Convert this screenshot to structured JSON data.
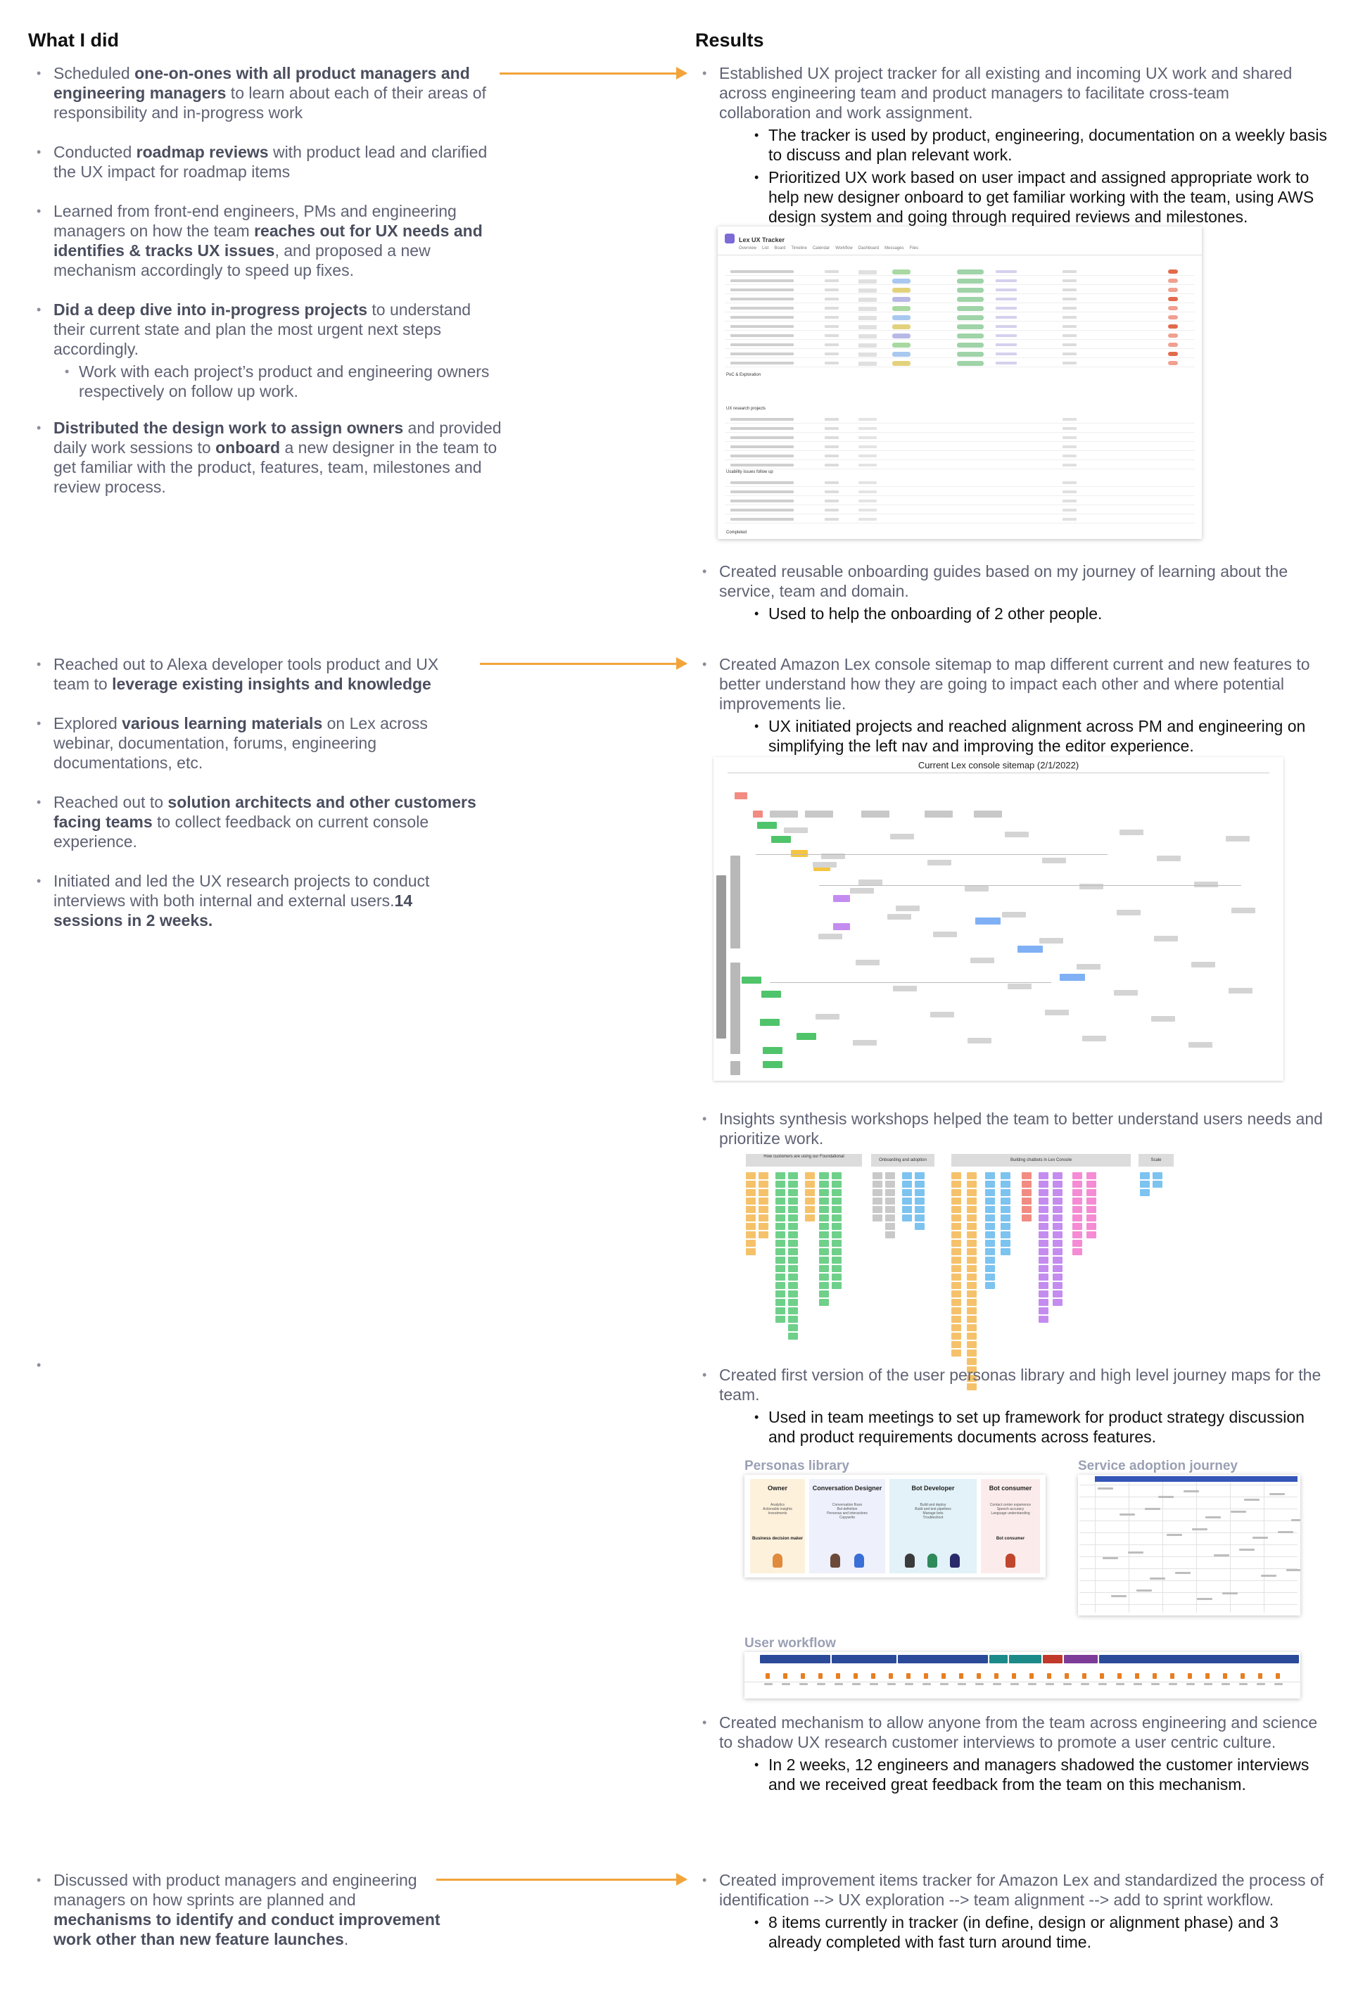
{
  "left": {
    "heading": "What I did",
    "items": [
      {
        "pre": "Scheduled ",
        "bold": "one-on-ones with all product managers and engineering managers",
        "post": " to learn about each of their areas of responsibility and in-progress work"
      },
      {
        "pre": "Conducted ",
        "bold": "roadmap reviews",
        "post": " with product lead and clarified the UX impact for roadmap items"
      },
      {
        "pre": "Learned from front-end engineers, PMs and engineering managers on how the team ",
        "bold": "reaches out for UX needs and identifies & tracks UX issues",
        "post": ", and proposed a new mechanism accordingly to speed up fixes."
      },
      {
        "pre": "",
        "bold": "Did a deep dive into in-progress projects",
        "post": " to understand their current state and plan the most urgent next steps accordingly.",
        "sub": "Work with each project’s product and engineering owners respectively on follow up work."
      },
      {
        "pre": "",
        "bold": "Distributed the design work to assign owners",
        "post": " and provided daily work sessions to ",
        "bold2": "onboard",
        "post2": " a new designer in the team to get familiar with the product, features, team, milestones and review process."
      },
      {
        "pre": "Reached out to Alexa developer tools product and UX team to ",
        "bold": "leverage existing insights and knowledge",
        "post": ""
      },
      {
        "pre": "Explored ",
        "bold": "various learning materials",
        "post": " on Lex across webinar, documentation, forums, engineering documentations, etc."
      },
      {
        "pre": "Reached out to ",
        "bold": "solution architects and other customers facing teams",
        "post": " to collect feedback on current console experience."
      },
      {
        "pre": "Initiated and led the UX research projects to conduct interviews with both internal and external users.",
        "bold": "14 sessions in 2 weeks.",
        "post": ""
      },
      {
        "pre": "",
        "bold": "",
        "post": ""
      },
      {
        "pre": "Discussed with product managers and engineering managers on how sprints are planned and ",
        "bold": "mechanisms to identify and conduct improvement work other than new feature launches",
        "post": "."
      }
    ]
  },
  "right": {
    "heading": "Results",
    "items": [
      {
        "text": "Established UX project tracker for all existing and incoming UX work and shared across engineering team and product managers to facilitate cross-team collaboration and work assignment.",
        "subs": [
          "The tracker is used by product, engineering, documentation on a weekly basis to discuss and plan relevant work.",
          "Prioritized UX work based on user impact and assigned appropriate work to help new designer onboard to get familiar working with the team, using AWS design system and going through required reviews and milestones."
        ]
      },
      {
        "text": "Created reusable onboarding guides based on my journey of learning about the service, team and domain.",
        "subs": [
          "Used to help the onboarding of 2 other people."
        ]
      },
      {
        "text": "Created Amazon Lex console sitemap to map different current and new features to better understand how they are going to impact each other and where potential improvements lie.",
        "subs": [
          "UX initiated projects and reached alignment across PM and engineering on simplifying the left nav and improving the editor experience."
        ]
      },
      {
        "text": "Insights synthesis workshops helped the team to better understand users needs and prioritize work.",
        "subs": []
      },
      {
        "text": "Created first version of the user personas library and high level journey maps for the team.",
        "subs": [
          "Used in team meetings to set up framework for product strategy discussion and product requirements documents across features."
        ]
      },
      {
        "text": "Created mechanism to allow anyone from the team across engineering and science to shadow UX research customer interviews to promote a user centric culture.",
        "subs": [
          "In 2 weeks, 12 engineers and managers shadowed the customer interviews and we received great feedback from the team on this mechanism."
        ]
      },
      {
        "text": "Created improvement items tracker for Amazon Lex and standardized  the process of identification --> UX exploration --> team alignment --> add to sprint workflow.",
        "subs": [
          "8 items currently in tracker (in define, design or alignment phase) and 3 already completed with fast turn around time."
        ]
      }
    ]
  },
  "tracker": {
    "title": "Lex UX Tracker",
    "tabs": [
      "Overview",
      "List",
      "Board",
      "Timeline",
      "Calendar",
      "Workflow",
      "Dashboard",
      "Messages",
      "Files"
    ],
    "sections": [
      "PoC & Exploration",
      "UX research projects",
      "Usability issues follow up",
      "Completed"
    ]
  },
  "sitemap": {
    "title": "Current Lex console sitemap (2/1/2022)"
  },
  "workshop": {
    "columns": [
      "How customers are using our Foundational",
      "Onboarding and adoption",
      "Building chatbots in Lex Console",
      "Scale"
    ]
  },
  "personas": {
    "caption": "Personas library",
    "cards": [
      {
        "title": "Owner",
        "desc": "Analytics\nActionable insights\nInvestments",
        "role": "Business decision maker",
        "color": "#fdf1dc"
      },
      {
        "title": "Conversation Designer",
        "desc": "Conversation flows\nBot definition\nPersonas and interactions\nCopywrite",
        "role": "",
        "color": "#eef0fb"
      },
      {
        "title": "Bot Developer",
        "desc": "Build and deploy\nBuild and test pipelines\nManage bots\nTroubleshoot",
        "role": "",
        "color": "#e2f2f8"
      },
      {
        "title": "Bot consumer",
        "desc": "Contact center experience\nSpeech accuracy\nLanguage understanding",
        "role": "Bot consumer",
        "color": "#fbeceb"
      }
    ]
  },
  "journey": {
    "caption": "Service adoption journey"
  },
  "workflow": {
    "caption": "User workflow"
  },
  "colors": {
    "accent_arrow": "#f2a43a",
    "text_gray": "#5e6273",
    "heading": "#111111"
  }
}
